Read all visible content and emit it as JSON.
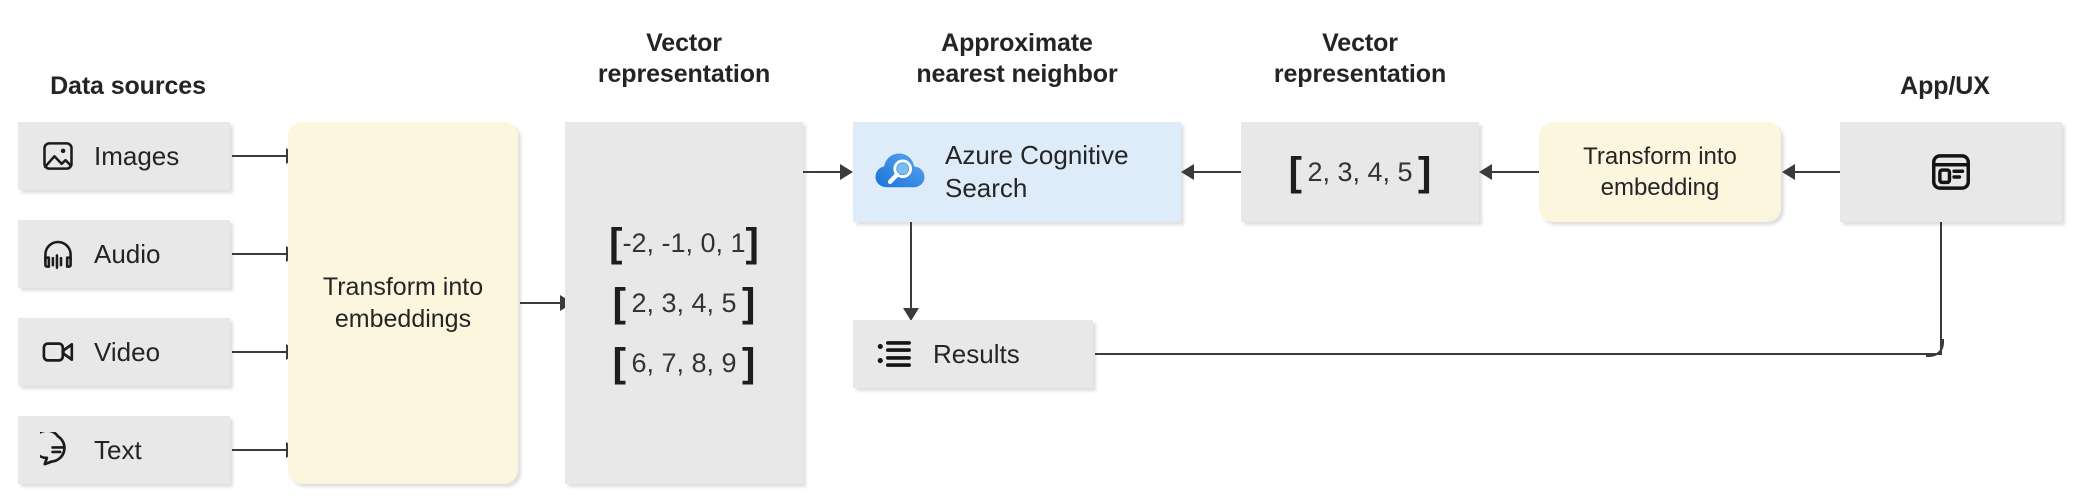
{
  "diagram": {
    "title_left": "Data sources",
    "title_vector_left": "Vector\nrepresentation",
    "title_ann": "Approximate\nnearest neighbor",
    "title_vector_right": "Vector\nrepresentation",
    "title_app": "App/UX"
  },
  "sources": [
    {
      "label": "Images",
      "icon": "image-icon"
    },
    {
      "label": "Audio",
      "icon": "headphones-icon"
    },
    {
      "label": "Video",
      "icon": "video-camera-icon"
    },
    {
      "label": "Text",
      "icon": "chat-bubble-icon"
    }
  ],
  "transform_left": {
    "label": "Transform into\nembeddings"
  },
  "vectors_left": {
    "rows": [
      {
        "open": "[",
        "values": "-2, -1, 0, 1",
        "close": "]"
      },
      {
        "open": "[",
        "values": "2, 3, 4, 5",
        "close": "]"
      },
      {
        "open": "[",
        "values": "6, 7, 8, 9",
        "close": "]"
      }
    ]
  },
  "search": {
    "label": "Azure Cognitive\nSearch",
    "icon": "azure-cognitive-search-icon"
  },
  "results": {
    "label": "Results",
    "icon": "bulleted-list-icon"
  },
  "vector_right": {
    "open": "[",
    "values": "2, 3, 4, 5",
    "close": "]"
  },
  "transform_right": {
    "label": "Transform into\nembedding"
  },
  "app": {
    "icon": "app-window-icon"
  },
  "colors": {
    "grey_fill": "#e8e8e8",
    "cream_fill": "#fdf6df",
    "blue_fill": "#deecfa",
    "line": "#3b3b3b",
    "text": "#242424",
    "azure_blue_dark": "#1b72d8",
    "azure_blue_light": "#59a8f0"
  }
}
